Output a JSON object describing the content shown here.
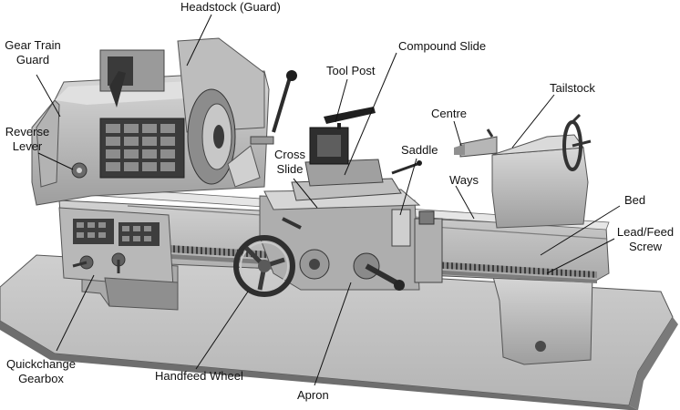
{
  "diagram": {
    "labels": {
      "headstock": "Headstock (Guard)",
      "gear_train_guard_1": "Gear Train",
      "gear_train_guard_2": "Guard",
      "compound_slide": "Compound Slide",
      "tool_post": "Tool Post",
      "tailstock": "Tailstock",
      "reverse_lever_1": "Reverse",
      "reverse_lever_2": "Lever",
      "centre": "Centre",
      "cross_slide_1": "Cross",
      "cross_slide_2": "Slide",
      "saddle": "Saddle",
      "ways": "Ways",
      "bed": "Bed",
      "lead_feed_screw_1": "Lead/Feed",
      "lead_feed_screw_2": "Screw",
      "quickchange_gearbox_1": "Quickchange",
      "quickchange_gearbox_2": "Gearbox",
      "handfeed_wheel": "Handfeed Wheel",
      "apron": "Apron"
    },
    "colors": {
      "line": "#111111",
      "metal_light": "#c9c9c9",
      "metal_mid": "#a6a6a6",
      "metal_dark": "#5e5e5e",
      "shadow": "#2e2e2e",
      "plate": "#1f1f1f"
    }
  }
}
